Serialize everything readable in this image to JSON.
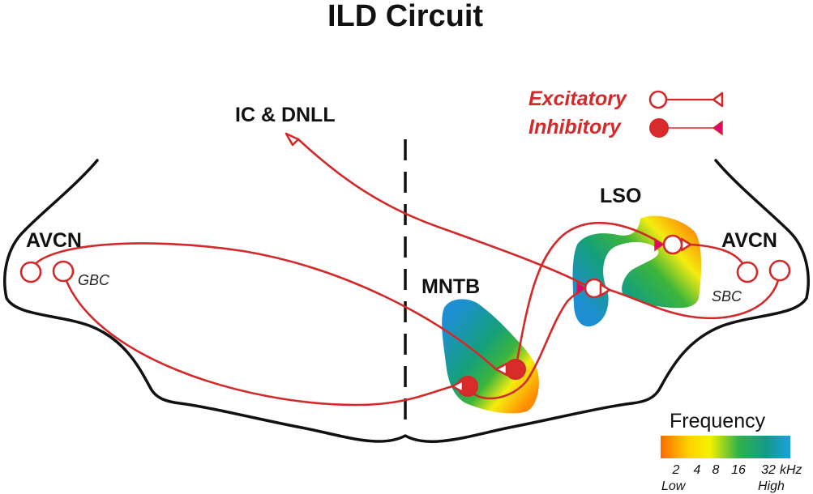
{
  "title": "ILD Circuit",
  "labels": {
    "target": "IC & DNLL",
    "avcn_left": "AVCN",
    "avcn_right": "AVCN",
    "gbc": "GBC",
    "sbc": "SBC",
    "mntb": "MNTB",
    "lso": "LSO"
  },
  "legend": {
    "excitatory": "Excitatory",
    "inhibitory": "Inhibitory"
  },
  "frequency_scale": {
    "title": "Frequency",
    "ticks": [
      "2",
      "4",
      "8",
      "16",
      "32"
    ],
    "unit": "kHz",
    "low_label": "Low",
    "high_label": "High",
    "gradient_colors": [
      "#ff6a00",
      "#ffd400",
      "#f2f200",
      "#2fb24a",
      "#139a8a",
      "#1d9fe0"
    ]
  },
  "colors": {
    "pathway": "#d22a2a",
    "inhibitory_terminal": "#e0007a",
    "outline": "#111111"
  }
}
